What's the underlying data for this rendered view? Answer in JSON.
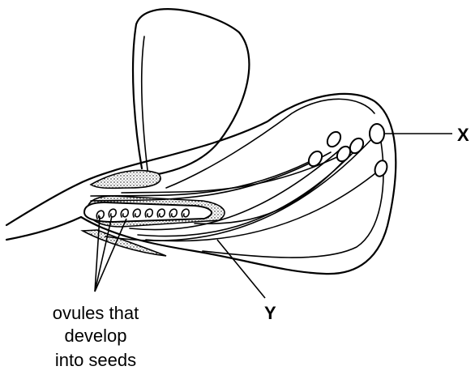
{
  "labels": {
    "x": "X",
    "y": "Y",
    "ovules": [
      "ovules that",
      "develop",
      "into seeds"
    ]
  }
}
